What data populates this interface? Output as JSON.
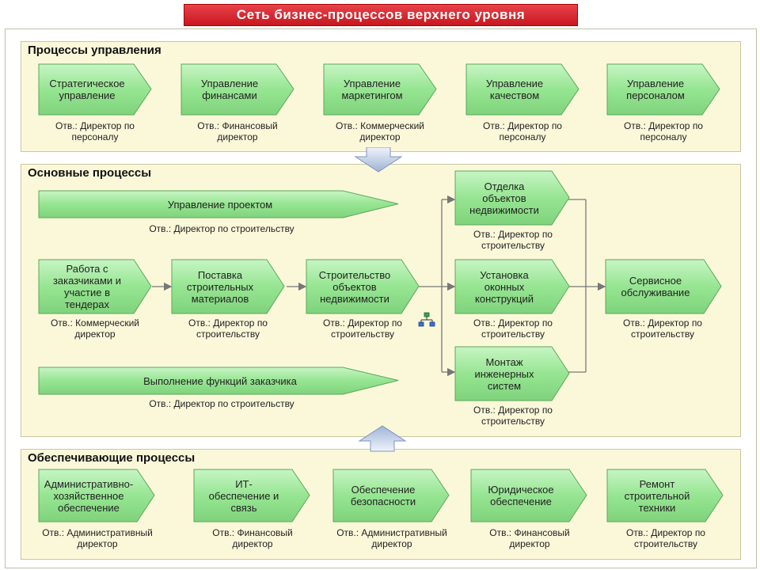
{
  "title": "Сеть бизнес-процессов верхнего уровня",
  "colors": {
    "title_bg": "#d32029",
    "section_bg": "#fbf8da",
    "process_fill": "#9be59b",
    "process_stroke": "#4a9a4a"
  },
  "management": {
    "title": "Процессы управления",
    "items": [
      {
        "label": "Стратегическое\nуправление",
        "owner": "Отв.: Директор по\nперсоналу"
      },
      {
        "label": "Управление\nфинансами",
        "owner": "Отв.: Финансовый\nдиректор"
      },
      {
        "label": "Управление\nмаркетингом",
        "owner": "Отв.: Коммерческий\nдиректор"
      },
      {
        "label": "Управление\nкачеством",
        "owner": "Отв.: Директор по\nперсоналу"
      },
      {
        "label": "Управление\nперсоналом",
        "owner": "Отв.: Директор по\nперсоналу"
      }
    ]
  },
  "core": {
    "title": "Основные процессы",
    "project": {
      "label": "Управление проектом",
      "owner": "Отв.: Директор по строительству"
    },
    "customer": {
      "label": "Выполнение функций заказчика",
      "owner": "Отв.: Директор по строительству"
    },
    "chain": [
      {
        "label": "Работа с\nзаказчиками и\nучастие в\nтендерах",
        "owner": "Отв.: Коммерческий\nдиректор"
      },
      {
        "label": "Поставка\nстроительных\nматериалов",
        "owner": "Отв.: Директор по\nстроительству"
      },
      {
        "label": "Строительство\nобъектов\nнедвижимости",
        "owner": "Отв.: Директор по\nстроительству"
      }
    ],
    "branches": [
      {
        "label": "Отделка\nобъектов\nнедвижимости",
        "owner": "Отв.: Директор по\nстроительству"
      },
      {
        "label": "Установка\nоконных\nконструкций",
        "owner": "Отв.: Директор по\nстроительству"
      },
      {
        "label": "Монтаж\nинженерных\nсистем",
        "owner": "Отв.: Директор по\nстроительству"
      }
    ],
    "service": {
      "label": "Сервисное\nобслуживание",
      "owner": "Отв.: Директор по\nстроительству"
    }
  },
  "support": {
    "title": "Обеспечивающие процессы",
    "items": [
      {
        "label": "Административно-\nхозяйственное\nобеспечение",
        "owner": "Отв.: Административный\nдиректор"
      },
      {
        "label": "ИТ-\nобеспечение и\nсвязь",
        "owner": "Отв.: Финансовый\nдиректор"
      },
      {
        "label": "Обеспечение\nбезопасности",
        "owner": "Отв.: Административный\nдиректор"
      },
      {
        "label": "Юридическое\nобеспечение",
        "owner": "Отв.: Финансовый\nдиректор"
      },
      {
        "label": "Ремонт\nстроительной\nтехники",
        "owner": "Отв.: Директор по\nстроительству"
      }
    ]
  }
}
